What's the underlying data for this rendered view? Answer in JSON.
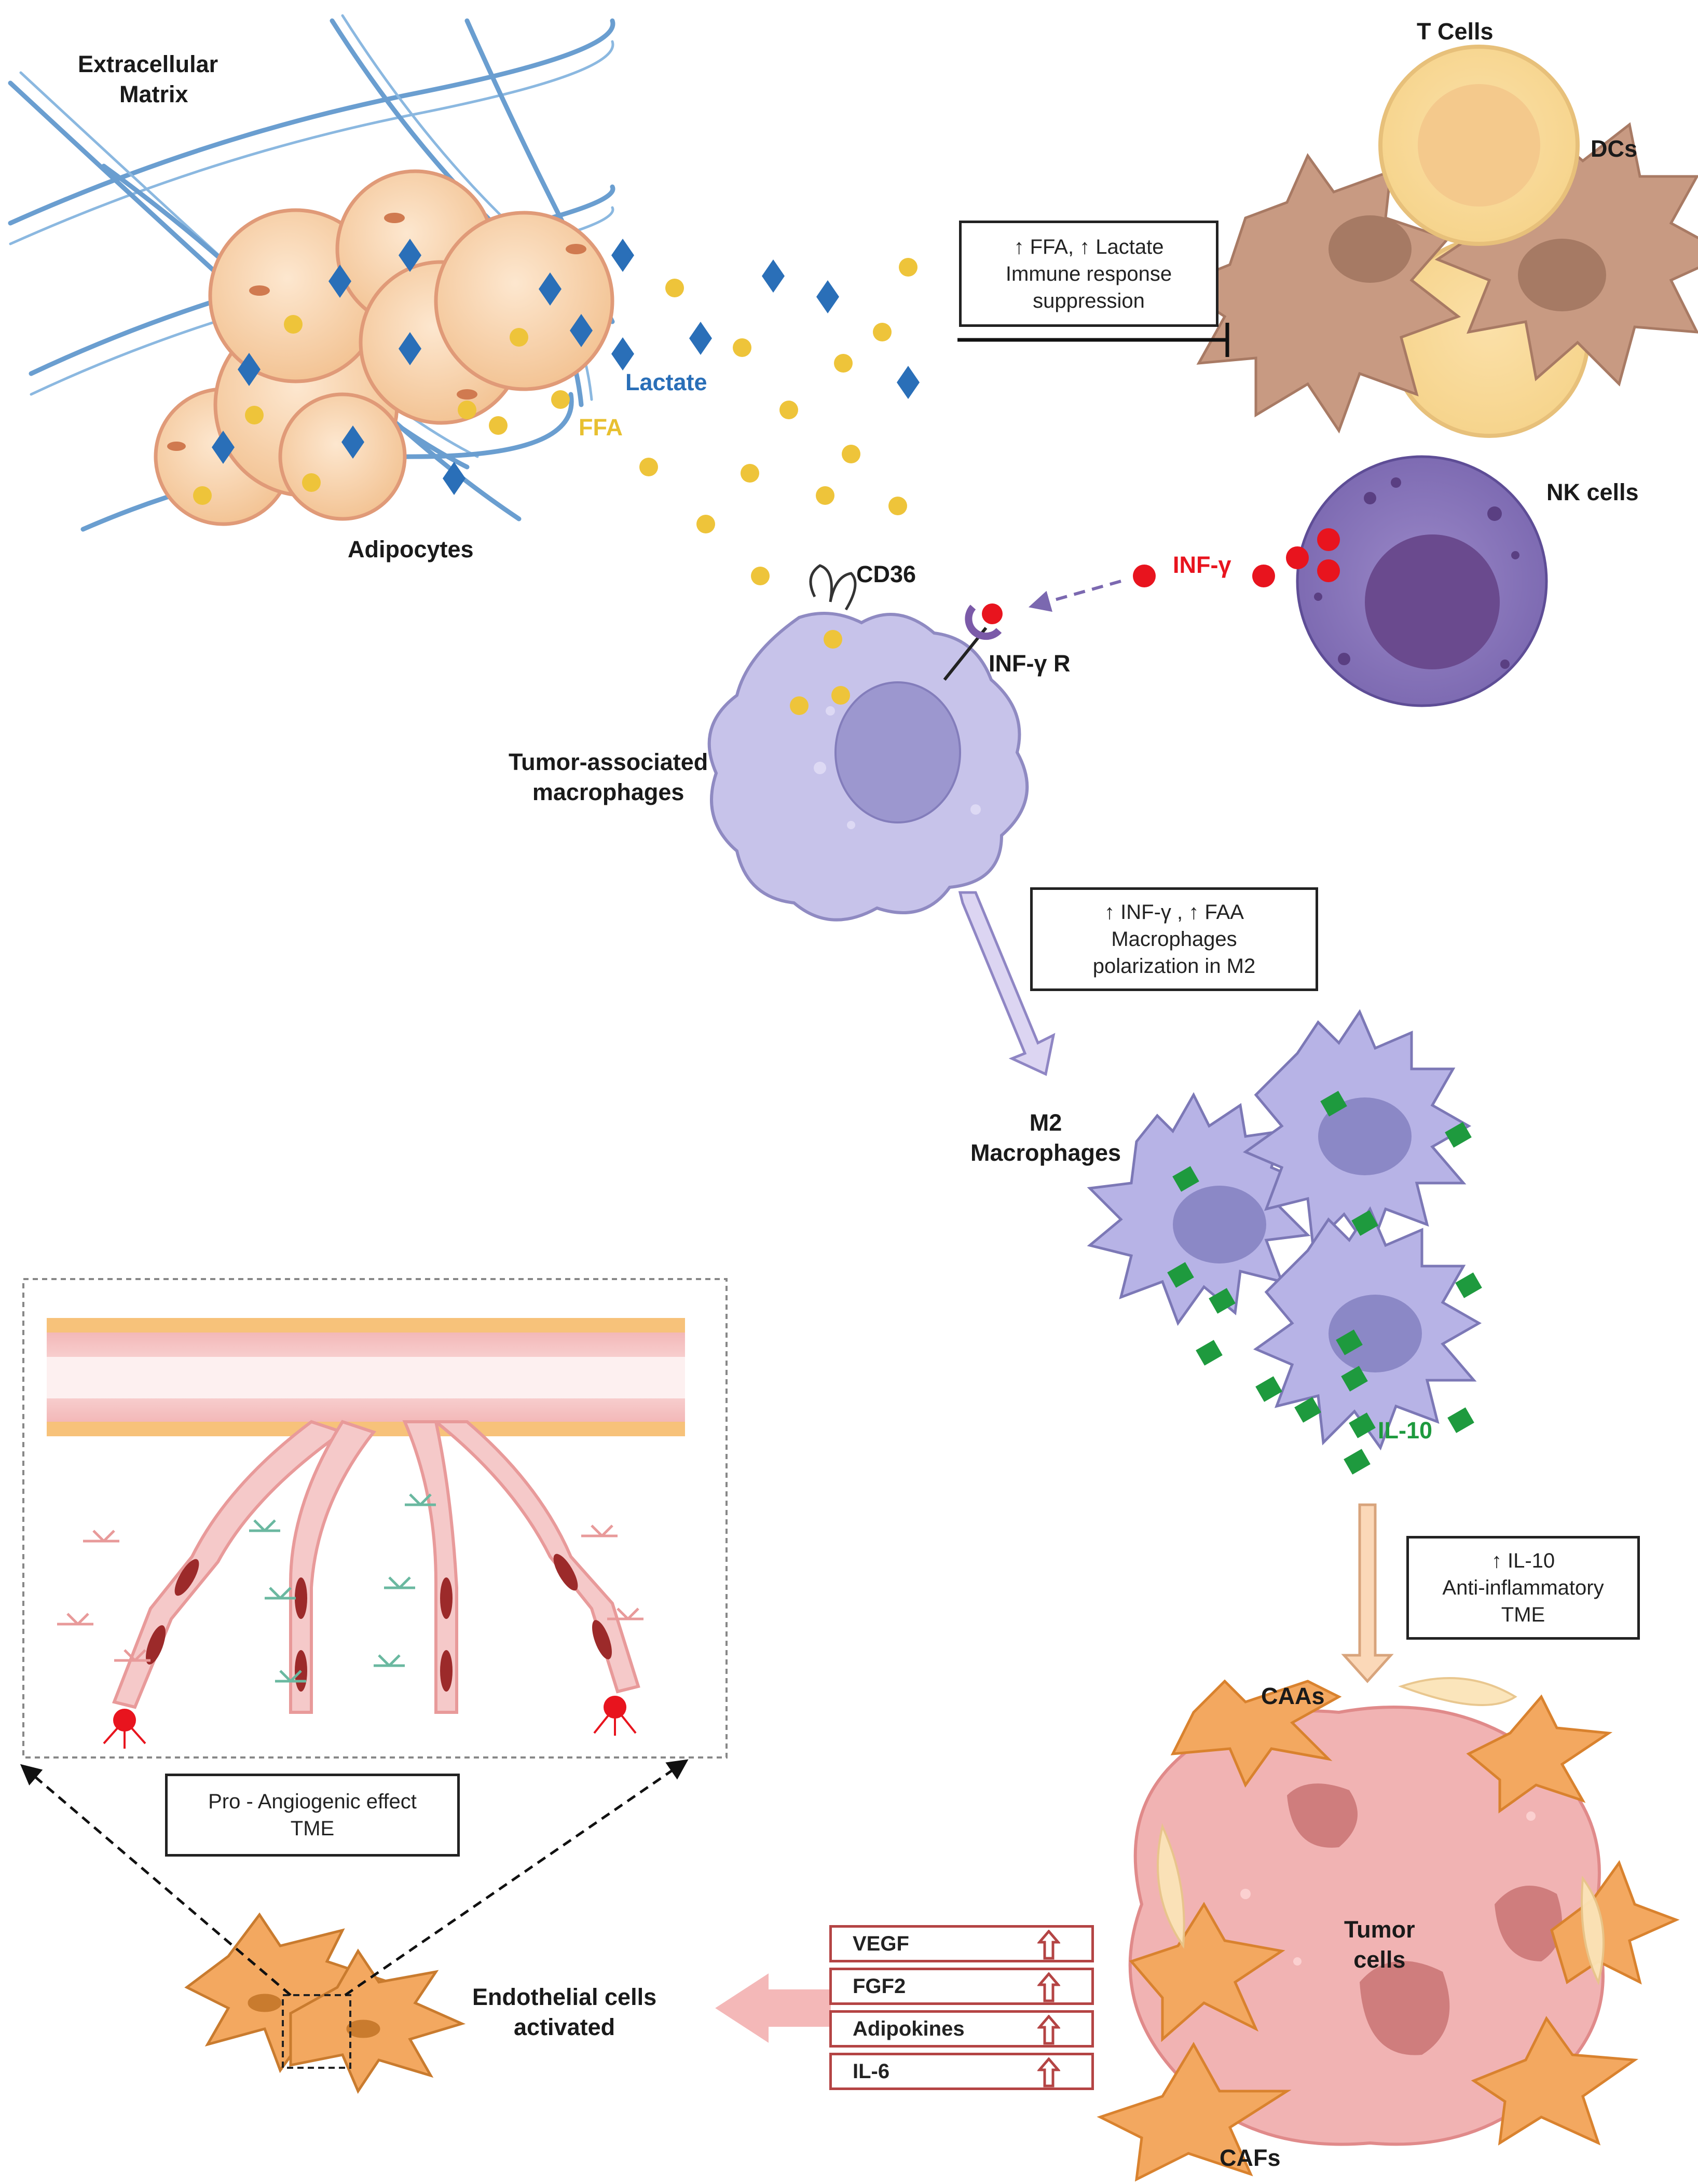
{
  "labels": {
    "extracellular_matrix": [
      "Extracellular",
      "Matrix"
    ],
    "adipocytes": "Adipocytes",
    "lactate": "Lactate",
    "ffa": "FFA",
    "t_cells": "T Cells",
    "dcs": "DCs",
    "nk_cells": "NK cells",
    "inf_gamma": "INF-γ",
    "cd36": "CD36",
    "inf_gamma_r": "INF-γ R",
    "tam": [
      "Tumor-associated",
      "macrophages"
    ],
    "m2": [
      "M2",
      "Macrophages"
    ],
    "il10": "IL-10",
    "caas": "CAAs",
    "tumor_cells": [
      "Tumor",
      "cells"
    ],
    "cafs": "CAFs",
    "endothelial": [
      "Endothelial cells",
      "activated"
    ]
  },
  "boxes": {
    "immune": [
      "↑ FFA, ↑ Lactate",
      "Immune  response",
      "suppression"
    ],
    "polarization": [
      "↑ INF-γ , ↑ FAA",
      "Macrophages",
      "polarization in M2"
    ],
    "anti_inflammatory": [
      "↑ IL-10",
      "Anti-inflammatory",
      "TME"
    ],
    "angiogenic": [
      "Pro  - Angiogenic effect",
      "TME"
    ]
  },
  "factors": [
    "VEGF",
    "FGF2",
    "Adipokines",
    "IL-6"
  ],
  "colors": {
    "lactate": "#2a6fb8",
    "ffa": "#e8c030",
    "inf_gamma": "#e8141e",
    "il10": "#1e9a3e",
    "factor_border": "#b44444"
  }
}
